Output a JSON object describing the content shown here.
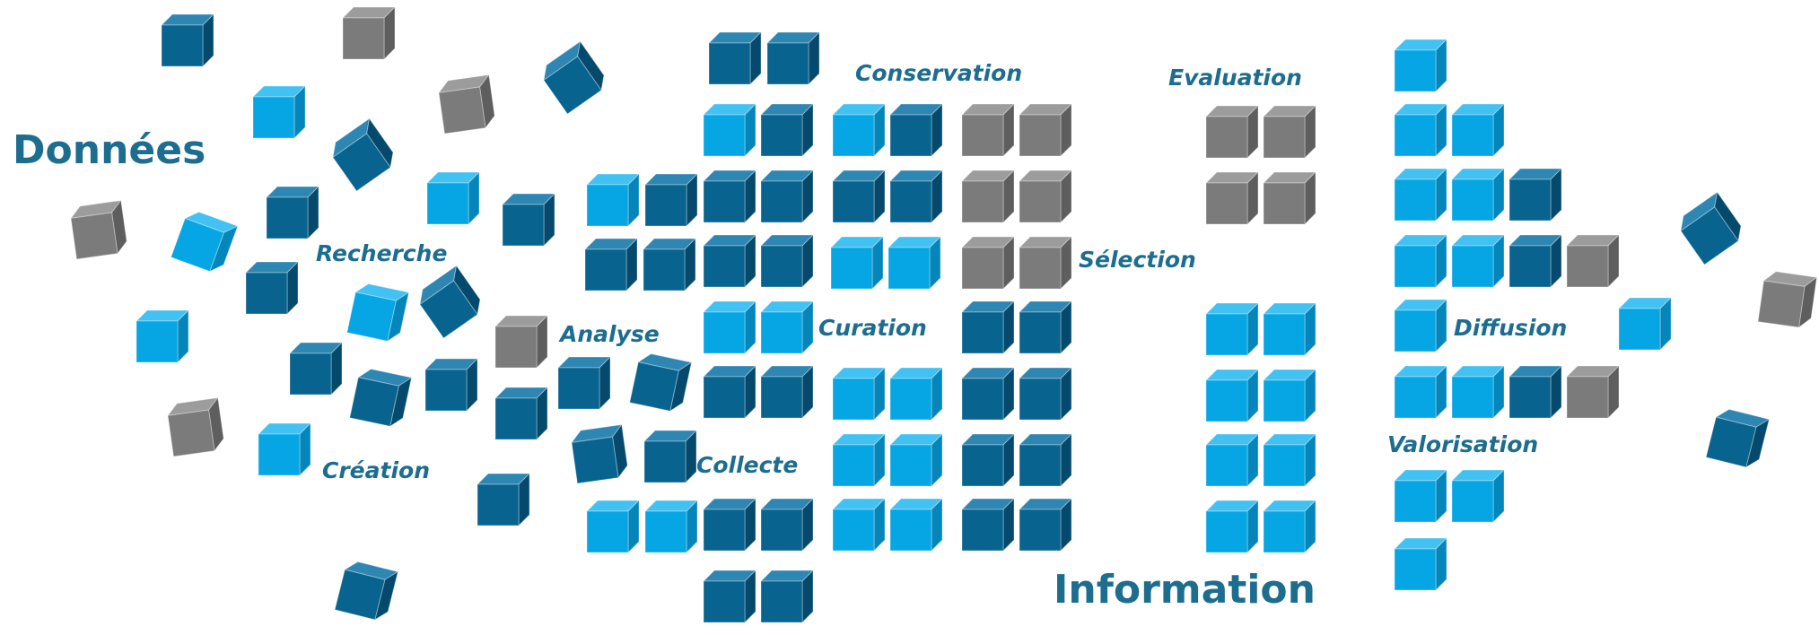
{
  "diagram": {
    "title_start": "Données",
    "title_end": "Information",
    "labels": {
      "recherche": "Recherche",
      "analyse": "Analyse",
      "creation": "Création",
      "collecte": "Collecte",
      "conservation": "Conservation",
      "curation": "Curation",
      "evaluation": "Evaluation",
      "selection": "Sélection",
      "diffusion": "Diffusion",
      "valorisation": "Valorisation"
    }
  },
  "colors": {
    "dark_blue_front": "#08638f",
    "dark_blue_top": "#2e86b3",
    "dark_blue_side": "#054a6c",
    "light_blue_front": "#05a6e3",
    "light_blue_top": "#42c1f3",
    "light_blue_side": "#0586bb",
    "grey_front": "#7b7b7b",
    "grey_top": "#9c9c9c",
    "grey_side": "#5e5e5e",
    "text": "#1d6d8f"
  }
}
